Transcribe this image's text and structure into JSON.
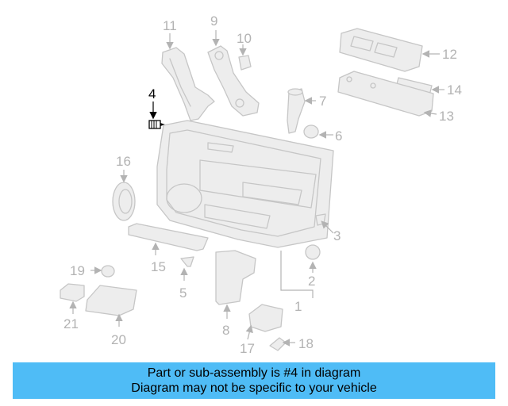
{
  "callouts": {
    "c1": "1",
    "c2": "2",
    "c3": "3",
    "c4": "4",
    "c5": "5",
    "c6": "6",
    "c7": "7",
    "c8": "8",
    "c9": "9",
    "c10": "10",
    "c11": "11",
    "c12": "12",
    "c13": "13",
    "c14": "14",
    "c15": "15",
    "c16": "16",
    "c17": "17",
    "c18": "18",
    "c19": "19",
    "c20": "20",
    "c21": "21"
  },
  "highlight_callout": "4",
  "colors": {
    "caption_bar": "#4fbcf6",
    "highlight": "#000000",
    "faded_part": "#c6c6c6"
  },
  "caption": {
    "line1": "Part or sub-assembly is #4 in diagram",
    "line2": "Diagram may not be specific to your vehicle"
  }
}
